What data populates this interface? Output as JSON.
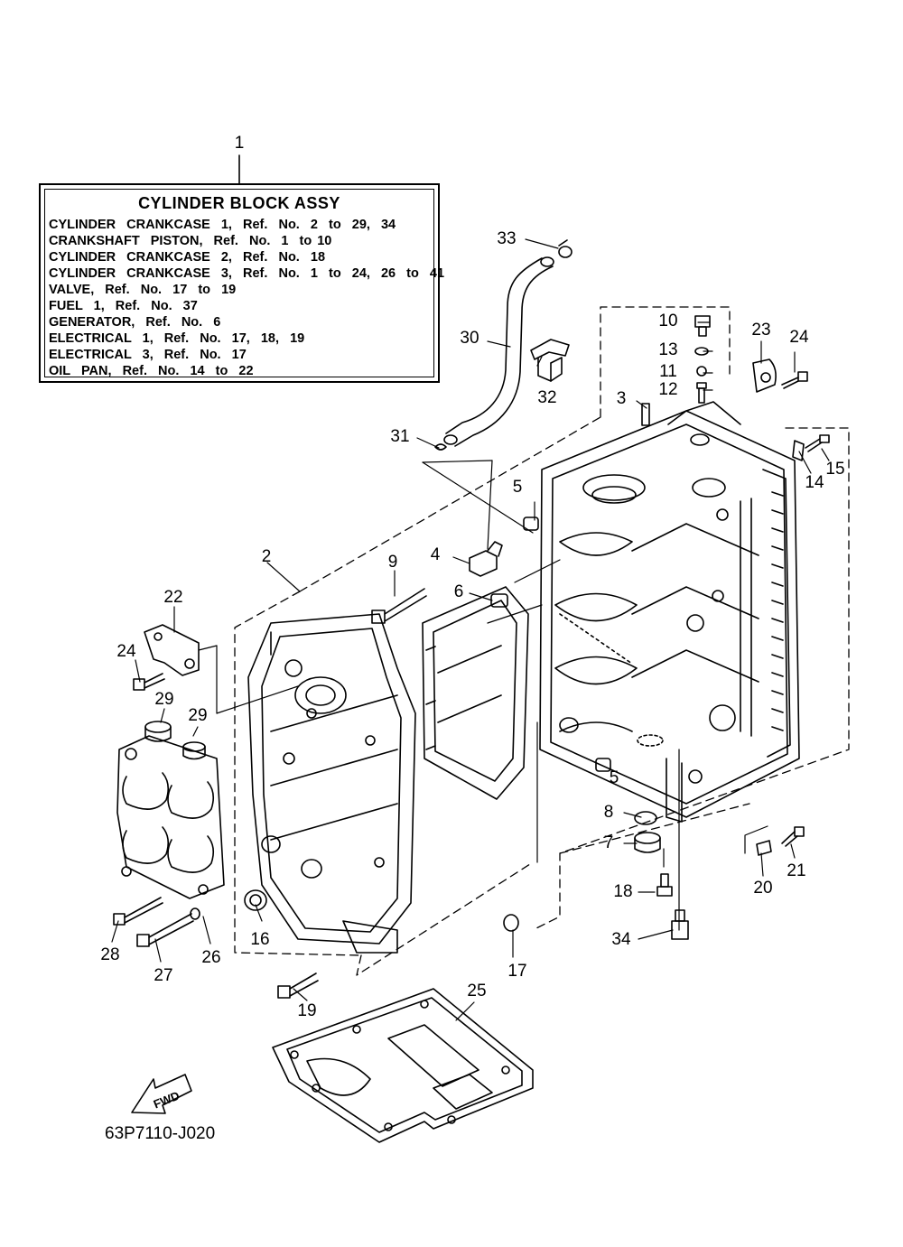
{
  "legend": {
    "title": "CYLINDER BLOCK ASSY",
    "lines": [
      "CYLINDER  CRANKCASE  1,  Ref.  No.  2  to  29,  34",
      "CRANKSHAFT  PISTON,  Ref.  No.  1  to 10",
      "CYLINDER  CRANKCASE  2,  Ref.  No.  18",
      "CYLINDER  CRANKCASE  3,  Ref.  No.  1  to  24,  26  to  41",
      "VALVE,  Ref.  No.  17  to  19",
      "FUEL  1,  Ref.  No.  37",
      "GENERATOR,  Ref.  No.  6",
      "ELECTRICAL  1,  Ref.  No.  17,  18,  19",
      "ELECTRICAL  3,  Ref.  No.  17",
      "OIL  PAN,  Ref.  No.  14  to  22"
    ]
  },
  "callouts": [
    "1",
    "2",
    "3",
    "4",
    "5",
    "5",
    "6",
    "7",
    "8",
    "9",
    "10",
    "11",
    "12",
    "13",
    "14",
    "15",
    "16",
    "17",
    "18",
    "19",
    "20",
    "21",
    "22",
    "23",
    "24",
    "24",
    "25",
    "26",
    "27",
    "28",
    "29",
    "29",
    "30",
    "31",
    "32",
    "33",
    "34"
  ],
  "fwd_label": "FWD",
  "reference_code": "63P7110-J020",
  "colors": {
    "line": "#000000",
    "background": "#ffffff"
  }
}
